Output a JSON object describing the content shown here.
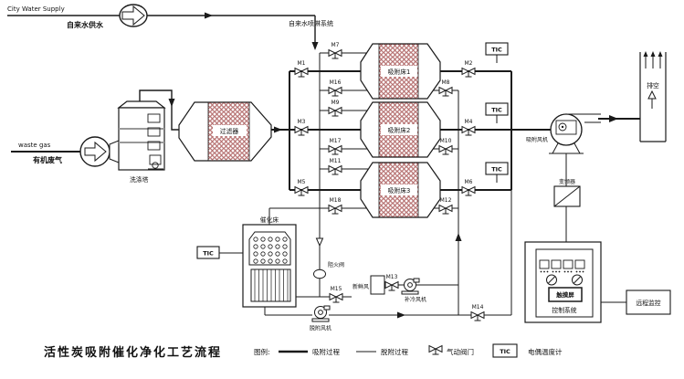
{
  "diagram": {
    "title": "活性炭吸附催化净化工艺流程",
    "water_supply": {
      "en": "City Water Supply",
      "zh": "自来水供水",
      "spray_system": "自来水喷淋系统"
    },
    "waste_gas": {
      "en": "waste gas",
      "zh": "有机废气"
    },
    "equipment": {
      "washing_tower": "洗涤塔",
      "filter": "过滤器",
      "bed1": "吸附床1",
      "bed2": "吸附床2",
      "bed3": "吸附床3",
      "catalytic_bed": "催化床",
      "adsorption_fan": "吸附风机",
      "desorption_fan": "脱附风机",
      "cooling_fan": "补冷风机",
      "fresh_air": "新鲜风",
      "flame_arrester": "阻火阀",
      "inverter": "变频器",
      "exhaust": "排空",
      "touch_screen": "触摸屏",
      "control_system": "控制系统",
      "remote_monitor": "远程监控",
      "tic": "TIC"
    },
    "valves": [
      "M1",
      "M2",
      "M3",
      "M4",
      "M5",
      "M6",
      "M7",
      "M8",
      "M9",
      "M10",
      "M11",
      "M12",
      "M13",
      "M14",
      "M15",
      "M16",
      "M17",
      "M18"
    ],
    "legend": {
      "title": "图例:",
      "adsorption": "吸附过程",
      "desorption": "脱附过程",
      "pneumatic_valve": "气动阀门",
      "tic": "TIC",
      "thermocouple": "电偶温度计"
    },
    "colors": {
      "line": "#1a1a1a",
      "hatch": "#9a3b3b",
      "background": "#ffffff"
    }
  }
}
